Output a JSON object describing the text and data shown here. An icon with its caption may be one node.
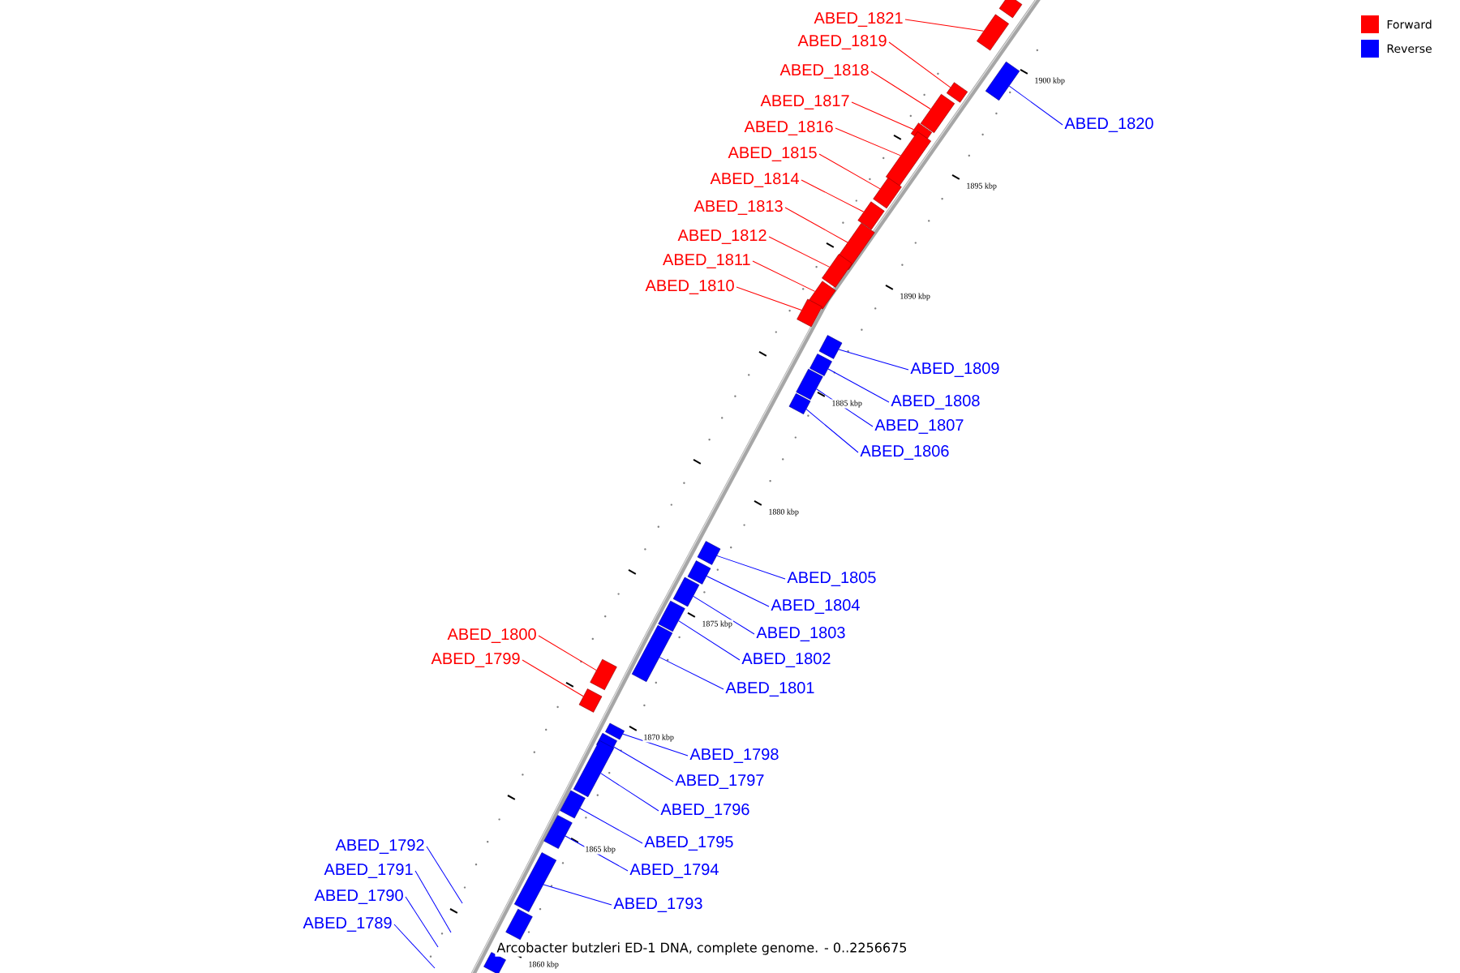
{
  "diagram": {
    "caption": "Arcobacter butzleri ED-1 DNA, complete genome. - 0..2256675",
    "nodes": [
      {
        "text": [
          "ABED_1821"
        ]
      },
      {
        "text": [
          "ABED_1819"
        ]
      },
      {
        "text": [
          "ABED_1818"
        ]
      },
      {
        "text": [
          "ABED_1817"
        ]
      },
      {
        "text": [
          "ABED_1820"
        ]
      },
      {
        "text": [
          "ABED_1816"
        ]
      },
      {
        "text": [
          "ABED_1815"
        ]
      },
      {
        "text": [
          "ABED_1814"
        ]
      },
      {
        "text": [
          "ABED_1813"
        ]
      },
      {
        "text": [
          "ABED_1812"
        ]
      },
      {
        "text": [
          "ABED_1811"
        ]
      },
      {
        "text": [
          "ABED_1810"
        ]
      },
      {
        "text": [
          "ABED_1809"
        ]
      },
      {
        "text": [
          "ABED_1808"
        ]
      },
      {
        "text": [
          "ABED_1807"
        ]
      },
      {
        "text": [
          "ABED_1806"
        ]
      },
      {
        "text": [
          "ABED_1805"
        ]
      },
      {
        "text": [
          "ABED_1804"
        ]
      },
      {
        "text": [
          "ABED_1803"
        ]
      },
      {
        "text": [
          "ABED_1800"
        ]
      },
      {
        "text": [
          "ABED_1802"
        ]
      },
      {
        "text": [
          "ABED_1799"
        ]
      },
      {
        "text": [
          "ABED_1801"
        ]
      },
      {
        "text": [
          "ABED_1798"
        ]
      },
      {
        "text": [
          "ABED_1797"
        ]
      },
      {
        "text": [
          "ABED_1796"
        ]
      },
      {
        "text": [
          "ABED_1795"
        ]
      },
      {
        "text": [
          "ABED_1792"
        ]
      },
      {
        "text": [
          "ABED_1794"
        ]
      },
      {
        "text": [
          "ABED_1791"
        ]
      },
      {
        "text": [
          "ABED_1790"
        ]
      },
      {
        "text": [
          "ABED_1793"
        ]
      },
      {
        "text": [
          "ABED_1789"
        ]
      },
      {
        "text": [],
        "shape": "bar"
      },
      {
        "text": [],
        "shape": "bar"
      },
      {
        "text": [],
        "shape": "bar"
      },
      {
        "text": [],
        "shape": "bar"
      },
      {
        "text": [],
        "shape": "bar"
      },
      {
        "text": [],
        "shape": "bar"
      },
      {
        "text": [],
        "shape": "bar"
      },
      {
        "text": [],
        "shape": "bar"
      },
      {
        "text": [],
        "shape": "bar"
      },
      {
        "text": [],
        "shape": "bar"
      },
      {
        "text": [],
        "shape": "bar"
      },
      {
        "text": [],
        "shape": "bar"
      },
      {
        "text": [],
        "shape": "bar"
      },
      {
        "text": [],
        "shape": "bar"
      },
      {
        "text": [],
        "shape": "bar"
      },
      {
        "text": [],
        "shape": "bar"
      },
      {
        "text": [],
        "shape": "bar"
      },
      {
        "text": [],
        "shape": "bar"
      },
      {
        "text": [],
        "shape": "bar"
      },
      {
        "text": [],
        "shape": "bar"
      },
      {
        "text": [],
        "shape": "bar"
      },
      {
        "text": [],
        "shape": "bar"
      },
      {
        "text": [],
        "shape": "bar"
      },
      {
        "text": [],
        "shape": "bar"
      },
      {
        "text": [],
        "shape": "bar"
      },
      {
        "text": [],
        "shape": "bar"
      },
      {
        "text": [],
        "shape": "bar"
      },
      {
        "text": [],
        "shape": "bar"
      },
      {
        "text": [],
        "shape": "bar"
      },
      {
        "text": [],
        "shape": "bar"
      },
      {
        "text": [],
        "shape": "bar"
      },
      {
        "text": [],
        "shape": "bar"
      }
    ],
    "edges": [
      {
        "from": 0,
        "to": 34,
        "arrow": "none",
        "color": "#ff0000"
      },
      {
        "from": 1,
        "to": 36,
        "arrow": "none",
        "color": "#ff0000"
      },
      {
        "from": 2,
        "to": 37,
        "arrow": "none",
        "color": "#ff0000"
      },
      {
        "from": 3,
        "to": 38,
        "arrow": "none",
        "color": "#ff0000"
      },
      {
        "from": 4,
        "to": 35,
        "arrow": "none",
        "color": "#0000ff"
      },
      {
        "from": 5,
        "to": 39,
        "arrow": "none",
        "color": "#ff0000"
      },
      {
        "from": 6,
        "to": 40,
        "arrow": "none",
        "color": "#ff0000"
      },
      {
        "from": 7,
        "to": 41,
        "arrow": "none",
        "color": "#ff0000"
      },
      {
        "from": 8,
        "to": 42,
        "arrow": "none",
        "color": "#ff0000"
      },
      {
        "from": 9,
        "to": 43,
        "arrow": "none",
        "color": "#ff0000"
      },
      {
        "from": 10,
        "to": 44,
        "arrow": "none",
        "color": "#ff0000"
      },
      {
        "from": 11,
        "to": 45,
        "arrow": "none",
        "color": "#ff0000"
      },
      {
        "from": 12,
        "to": 46,
        "arrow": "none",
        "color": "#0000ff"
      },
      {
        "from": 13,
        "to": 47,
        "arrow": "none",
        "color": "#0000ff"
      },
      {
        "from": 14,
        "to": 48,
        "arrow": "none",
        "color": "#0000ff"
      },
      {
        "from": 15,
        "to": 49,
        "arrow": "none",
        "color": "#0000ff"
      },
      {
        "from": 16,
        "to": 50,
        "arrow": "none",
        "color": "#0000ff"
      },
      {
        "from": 17,
        "to": 51,
        "arrow": "none",
        "color": "#0000ff"
      },
      {
        "from": 18,
        "to": 52,
        "arrow": "none",
        "color": "#0000ff"
      },
      {
        "from": 19,
        "to": 55,
        "arrow": "none",
        "color": "#ff0000"
      },
      {
        "from": 20,
        "to": 53,
        "arrow": "none",
        "color": "#0000ff"
      },
      {
        "from": 21,
        "to": 56,
        "arrow": "none",
        "color": "#ff0000"
      },
      {
        "from": 22,
        "to": 54,
        "arrow": "none",
        "color": "#0000ff"
      },
      {
        "from": 23,
        "to": 57,
        "arrow": "none",
        "color": "#0000ff"
      },
      {
        "from": 24,
        "to": 58,
        "arrow": "none",
        "color": "#0000ff"
      },
      {
        "from": 25,
        "to": 59,
        "arrow": "none",
        "color": "#0000ff"
      },
      {
        "from": 26,
        "to": 60,
        "arrow": "none",
        "color": "#0000ff"
      },
      {
        "from": 27,
        "to": null,
        "arrow": "none",
        "color": "#0000ff"
      },
      {
        "from": 28,
        "to": 61,
        "arrow": "none",
        "color": "#0000ff"
      },
      {
        "from": 29,
        "to": null,
        "arrow": "none",
        "color": "#0000ff"
      },
      {
        "from": 30,
        "to": null,
        "arrow": "none",
        "color": "#0000ff"
      },
      {
        "from": 31,
        "to": 62,
        "arrow": "none",
        "color": "#0000ff"
      },
      {
        "from": 32,
        "to": null,
        "arrow": "none",
        "color": "#0000ff"
      }
    ],
    "labels": [
      "1900 kbp",
      "1895 kbp",
      "1890 kbp",
      "1885 kbp",
      "1880 kbp",
      "1875 kbp",
      "1870 kbp",
      "1865 kbp",
      "1860 kbp"
    ],
    "legend": [
      {
        "text": "Forward",
        "color": "#ff0000"
      },
      {
        "text": "Reverse",
        "color": "#0000ff"
      }
    ]
  }
}
